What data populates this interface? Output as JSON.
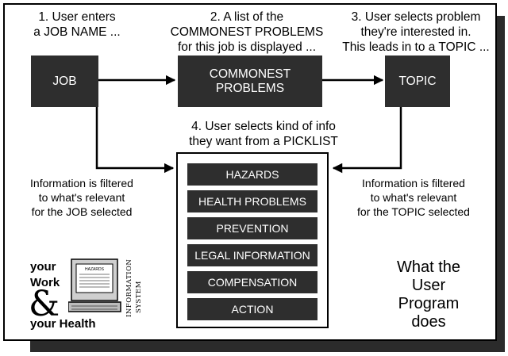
{
  "steps": {
    "s1": [
      "1. User enters",
      "a JOB NAME ..."
    ],
    "s2": [
      "2. A list of the",
      "COMMONEST PROBLEMS",
      "for this job is displayed ..."
    ],
    "s3": [
      "3. User selects problem",
      "they're interested in.",
      "This leads in to a TOPIC ..."
    ],
    "s4": [
      "4. User selects kind of info",
      "they want from a PICKLIST"
    ]
  },
  "boxes": {
    "job": "JOB",
    "problems": [
      "COMMONEST",
      "PROBLEMS"
    ],
    "topic": "TOPIC"
  },
  "notes": {
    "left": [
      "Information is filtered",
      "to what's relevant",
      "for the JOB selected"
    ],
    "right": [
      "Information is filtered",
      "to what's relevant",
      "for the TOPIC selected"
    ]
  },
  "picklist": [
    "HAZARDS",
    "HEALTH PROBLEMS",
    "PREVENTION",
    "LEGAL INFORMATION",
    "COMPENSATION",
    "ACTION"
  ],
  "logo": {
    "line1": "your",
    "line2": "Work",
    "amp": "&",
    "line3": "your Health",
    "vertical1": "INFORMATION",
    "vertical2": "SYSTEM",
    "screen_text": "HAZARDS"
  },
  "caption": [
    "What the",
    "User",
    "Program",
    "does"
  ],
  "colors": {
    "box": "#2e2e2e",
    "shadow": "#2b2b2b",
    "line": "#000000"
  }
}
